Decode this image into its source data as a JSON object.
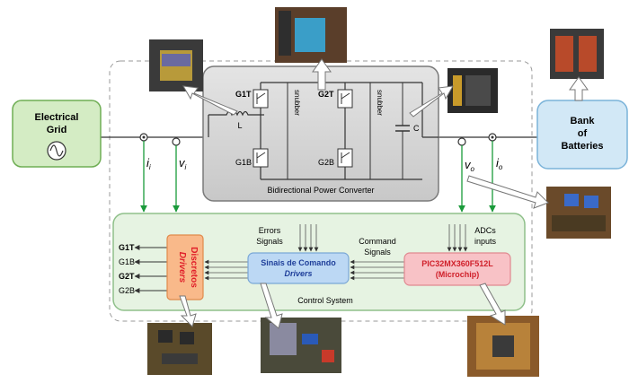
{
  "grid": {
    "label_line1": "Electrical",
    "label_line2": "Grid"
  },
  "battery": {
    "label_line1": "Bank",
    "label_line2": "of",
    "label_line3": "Batteries"
  },
  "converter": {
    "caption": "Bidirectional Power Converter",
    "switches": {
      "g1t": "G1T",
      "g2t": "G2T",
      "g1b": "G1B",
      "g2b": "G2B"
    },
    "inductor": "L",
    "capacitor": "C",
    "snubber1": "snubber",
    "snubber2": "snubber"
  },
  "sensors": {
    "ii": {
      "sym": "i",
      "sub": "i"
    },
    "vi": {
      "sym": "v",
      "sub": "i"
    },
    "vo": {
      "sym": "v",
      "sub": "o"
    },
    "io": {
      "sym": "i",
      "sub": "o"
    }
  },
  "control": {
    "caption": "Control System",
    "gate_labels": [
      "G1T",
      "G1B",
      "G2T",
      "G2B"
    ],
    "drivers_discretos": {
      "line1": "Drivers",
      "line2": "Discretos"
    },
    "sinais": {
      "line1": "Sinais de Comando",
      "line2": "Drivers"
    },
    "pic": {
      "line1": "PIC32MX360F512L",
      "line2": "(Microchip)"
    },
    "errors_signals": {
      "line1": "Errors",
      "line2": "Signals"
    },
    "command_signals": {
      "line1": "Command",
      "line2": "Signals"
    },
    "adcs_inputs": {
      "line1": "ADCs",
      "line2": "inputs"
    }
  },
  "colors": {
    "grid_fill": "#d4ecc4",
    "grid_stroke": "#6fae54",
    "battery_fill": "#d2e8f6",
    "battery_stroke": "#7ab3d9",
    "converter_fill": "#d6d6d6",
    "converter_stroke": "#7a7a7a",
    "control_fill": "#e6f3e2",
    "control_stroke": "#8fc08a",
    "drivers_fill": "#f9b98a",
    "drivers_stroke": "#e08a4c",
    "drivers_text": "#e0202a",
    "sinais_fill": "#bcd8f4",
    "sinais_text": "#1f3f9a",
    "pic_fill": "#f8c2c6",
    "pic_text": "#d0202a",
    "signal_arrow": "#1a9a3a"
  }
}
